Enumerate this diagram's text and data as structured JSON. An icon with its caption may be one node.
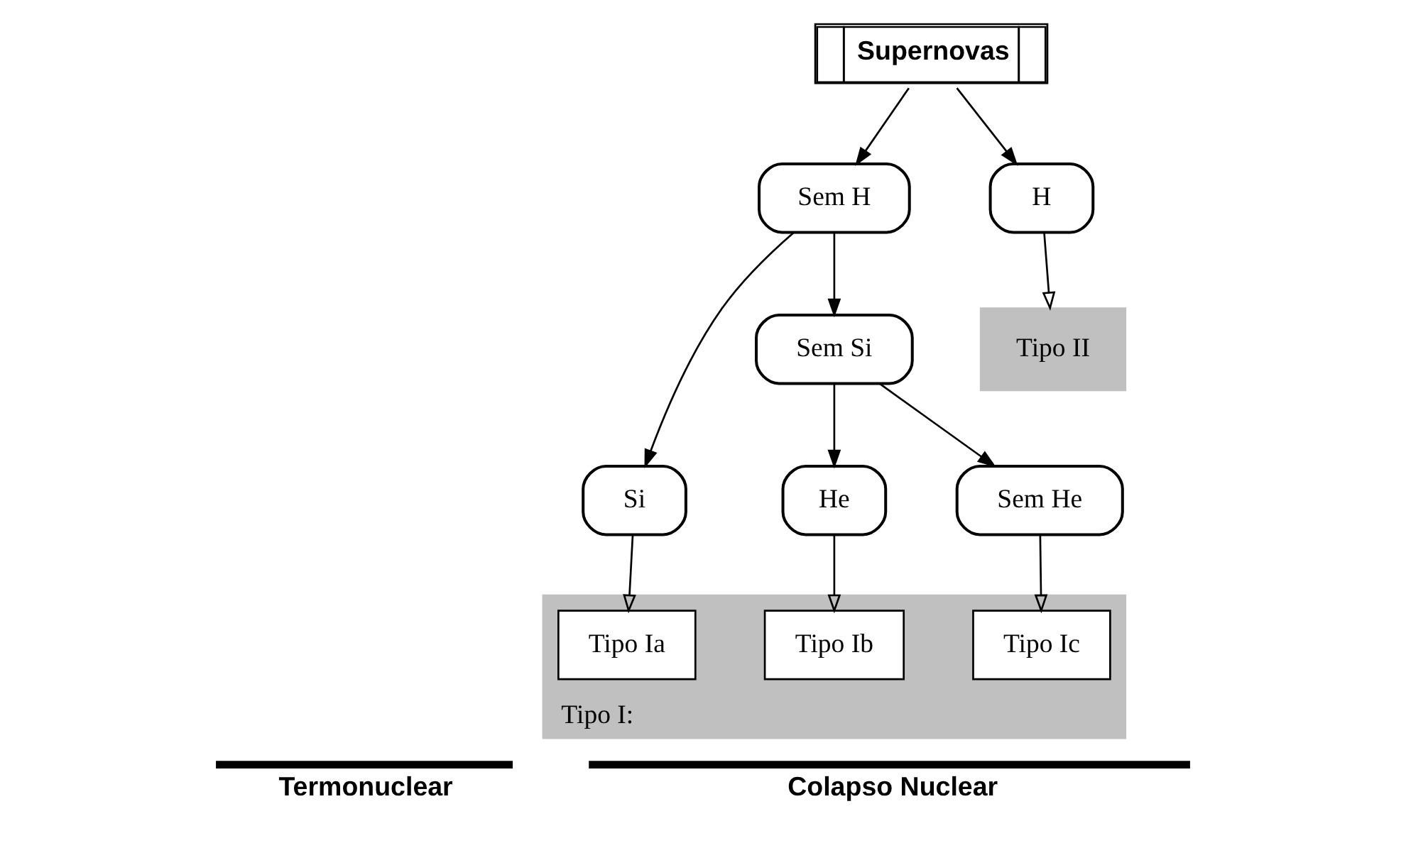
{
  "diagram": {
    "nodes": [
      {
        "text": [
          "Supernovas"
        ]
      },
      {
        "text": [
          "Sem H"
        ]
      },
      {
        "text": [
          "H"
        ]
      },
      {
        "text": [
          "Si"
        ]
      },
      {
        "text": [
          "Sem Si"
        ]
      },
      {
        "text": [
          "He"
        ]
      },
      {
        "text": [
          "Sem He"
        ]
      },
      {
        "text": [
          "Tipo I:"
        ]
      },
      {
        "text": [
          "Tipo Ia"
        ],
        "in": 7
      },
      {
        "text": [
          "Tipo Ib"
        ],
        "in": 7
      },
      {
        "text": [
          "Tipo Ic"
        ],
        "in": 7
      },
      {
        "text": [
          "Tipo II"
        ]
      }
    ],
    "edges": [
      {
        "from": 0,
        "to": 1,
        "arrow": "to"
      },
      {
        "from": 0,
        "to": 2,
        "arrow": "to"
      },
      {
        "from": 1,
        "to": 3,
        "arrow": "to"
      },
      {
        "from": 1,
        "to": 4,
        "arrow": "to"
      },
      {
        "from": 3,
        "to": 8,
        "arrow": "to"
      },
      {
        "from": 4,
        "to": 5,
        "arrow": "to"
      },
      {
        "from": 4,
        "to": 6,
        "arrow": "to"
      },
      {
        "from": 5,
        "to": 9,
        "arrow": "to"
      },
      {
        "from": 6,
        "to": 10,
        "arrow": "to"
      },
      {
        "from": 2,
        "to": 11,
        "arrow": "to"
      }
    ],
    "labels": [
      "Termonuclear",
      "Colapso Nuclear"
    ]
  }
}
